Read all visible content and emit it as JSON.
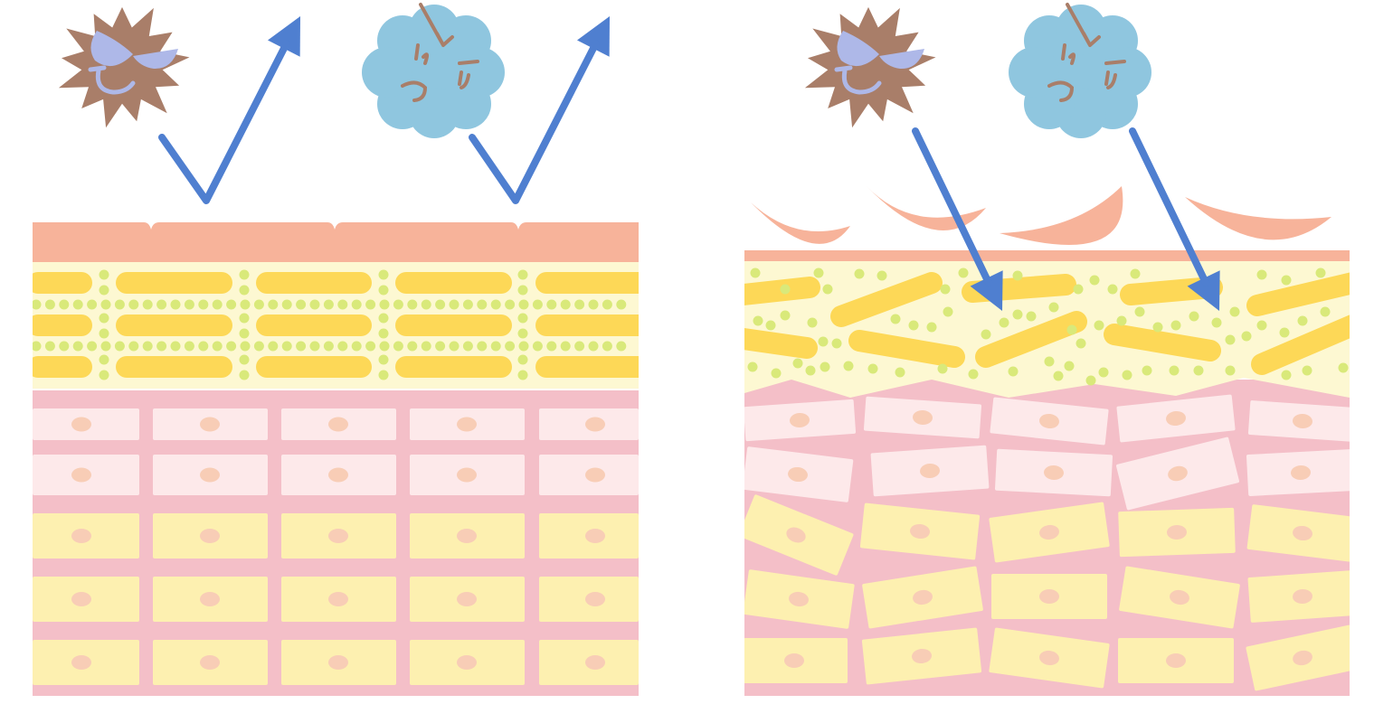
{
  "diagram": {
    "panels": [
      {
        "id": "healthy",
        "barrier_state": "intact",
        "arrow_behavior": "reflected"
      },
      {
        "id": "damaged",
        "barrier_state": "damaged",
        "arrow_behavior": "penetrating"
      }
    ],
    "stimuli": [
      "spiky-germ",
      "cloud-germ"
    ],
    "icons": [
      "spiky-germ-icon",
      "cloud-germ-icon",
      "arrow-icon",
      "skin-cell-icon",
      "lipid-bar-icon"
    ]
  },
  "colors": {
    "background": "#ffffff",
    "stratum_corneum": "#f7b39a",
    "lipid_layer_bg": "#fdf8d2",
    "lipid_bar": "#fdd857",
    "lipid_dot": "#d9e97a",
    "tissue": "#f4bfc8",
    "cell_pink": "#fde9ea",
    "cell_yellow": "#fdf0b0",
    "nucleus": "#f8cdb6",
    "arrow": "#4f7fd0",
    "germ_brown": "#a97e69",
    "germ_blue": "#8fc6df",
    "germ_eye": "#aeb8e8",
    "germ_line": "#a97e69"
  }
}
